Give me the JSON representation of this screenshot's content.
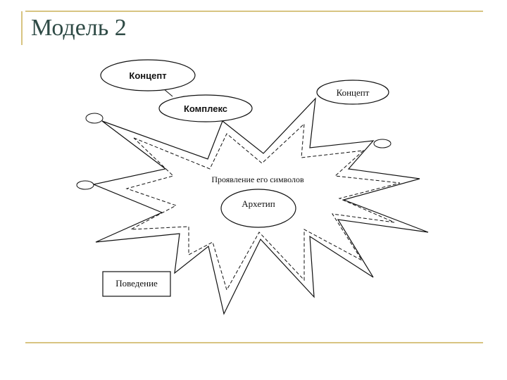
{
  "slide": {
    "title": "Модель 2"
  },
  "diagram": {
    "nodes": {
      "concept_top_left": "Концепт",
      "complex": "Комплекс",
      "concept_right": "Концепт",
      "manifestation": "Проявление его символов",
      "archetype": "Архетип",
      "behavior": "Поведение"
    },
    "colors": {
      "stroke": "#111111",
      "fill": "#ffffff",
      "accent_rule": "#d8c481",
      "title": "#2f4b46"
    }
  }
}
